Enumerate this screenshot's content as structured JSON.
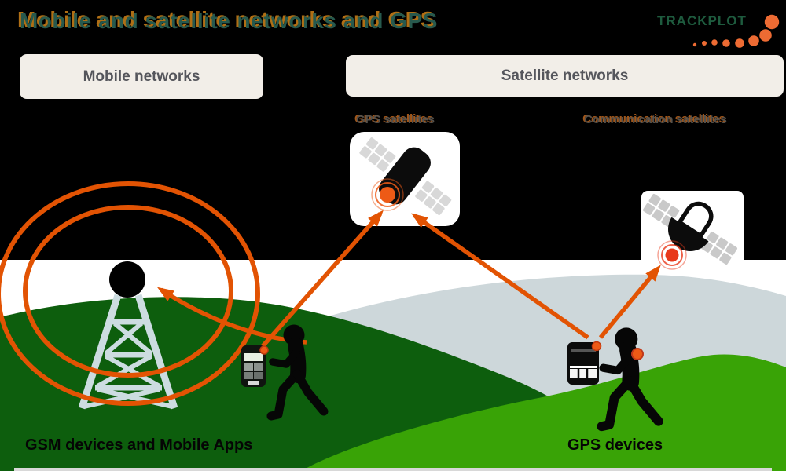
{
  "title": "Mobile and satellite networks and GPS",
  "brand": {
    "name": "TRACKPLOT"
  },
  "sections": {
    "mobile": {
      "label": "Mobile networks"
    },
    "satellite": {
      "label": "Satellite networks"
    }
  },
  "annotations": {
    "gps_satellites": "GPS satellites",
    "communication_satellites": "Communication satellites",
    "gsm_devices": "GSM devices and Mobile Apps",
    "gps_devices": "GPS devices"
  },
  "icons": [
    "radio-tower-icon",
    "signal-waves-icon",
    "gps-satellite-icon",
    "communication-satellite-icon",
    "mobile-phone-icon",
    "gps-tracker-icon",
    "walking-person-icon",
    "brand-dots-icon",
    "arrow-icon"
  ],
  "colors": {
    "accent_orange": "#E25303",
    "logo_dot_orange": "#ED6B33",
    "sky_black": "#000000",
    "hill_dark_green": "#0D5E0D",
    "hill_bright_green": "#39A306",
    "hill_gray": "#CDD7DA",
    "tower_gray": "#CCDCE0",
    "title_teal": "#27594D",
    "brand_green": "#1E5B3E",
    "panel_bg": "#F2EEE8",
    "panel_text": "#55565C",
    "sky_label_gray": "#56514B",
    "ground_label_black": "#050505"
  }
}
